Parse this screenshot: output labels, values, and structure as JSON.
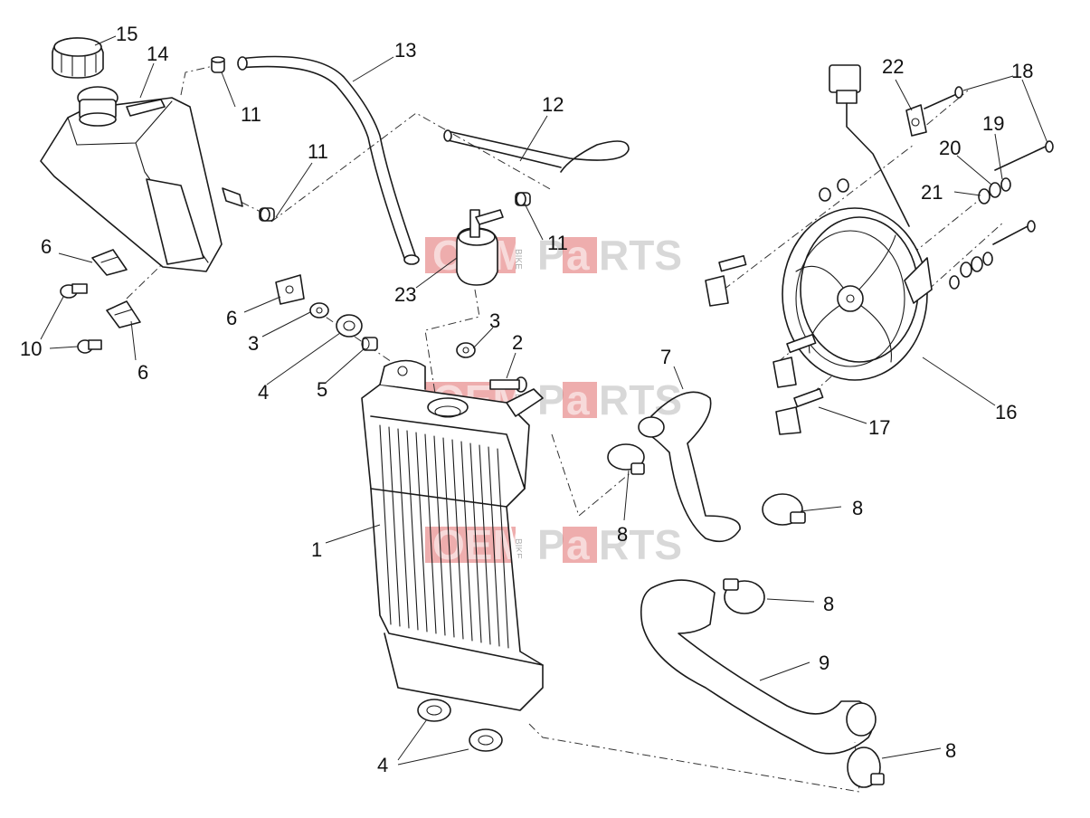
{
  "watermark": {
    "part1": "OEM",
    "part2": "BIKE",
    "part3": "P",
    "part4": "a",
    "part5": "RTS"
  },
  "callouts": {
    "c1": "1",
    "c2": "2",
    "c3a": "3",
    "c3b": "3",
    "c4a": "4",
    "c4b": "4",
    "c5": "5",
    "c6a": "6",
    "c6b": "6",
    "c6c": "6",
    "c7": "7",
    "c8a": "8",
    "c8b": "8",
    "c8c": "8",
    "c8d": "8",
    "c9": "9",
    "c10": "10",
    "c11a": "11",
    "c11b": "11",
    "c11c": "11",
    "c12": "12",
    "c13": "13",
    "c14": "14",
    "c15": "15",
    "c16": "16",
    "c17": "17",
    "c18": "18",
    "c19": "19",
    "c20": "20",
    "c21": "21",
    "c22": "22",
    "c23": "23"
  }
}
